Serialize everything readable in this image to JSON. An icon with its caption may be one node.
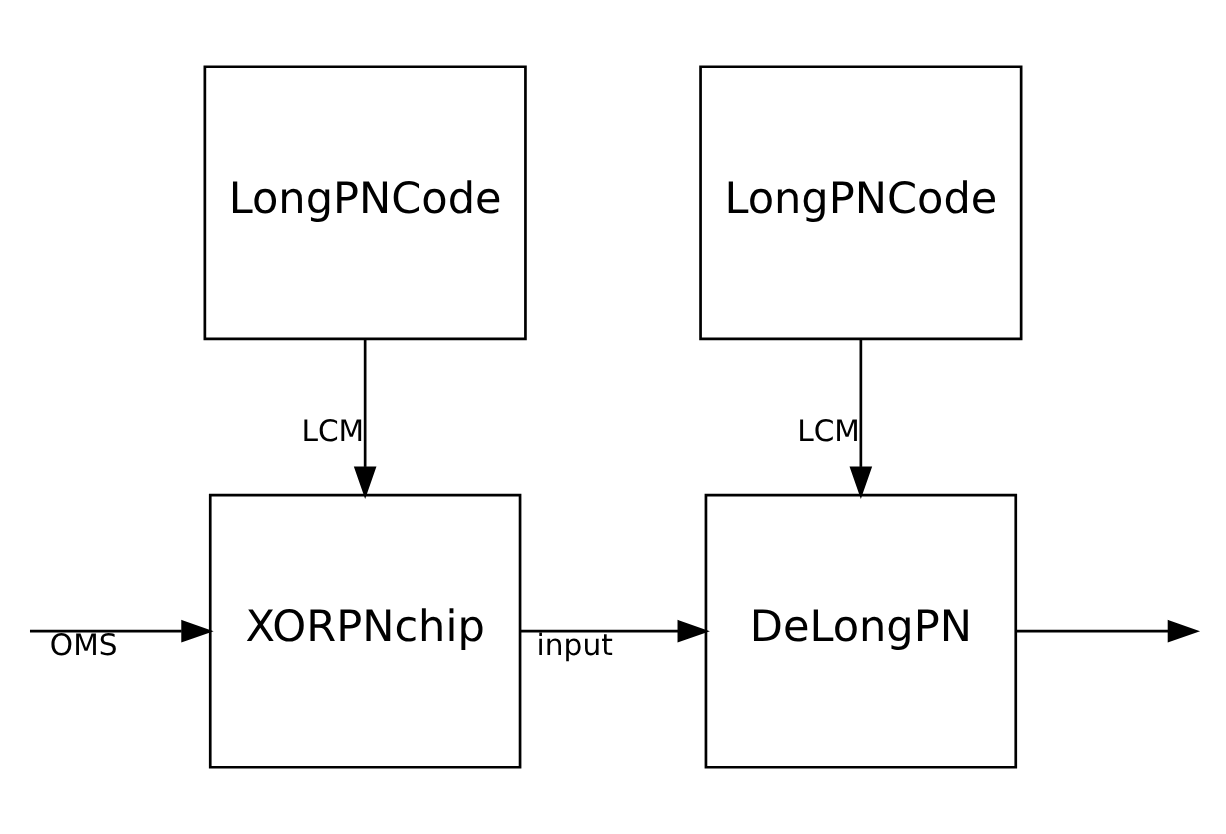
{
  "diagram": {
    "nodes": [
      {
        "text": [
          "XORPNchip"
        ]
      },
      {
        "text": [
          "LongPNCode"
        ]
      },
      {
        "text": [
          "DeLongPN"
        ]
      },
      {
        "text": [
          "LongPNCode"
        ]
      }
    ],
    "edges": [
      {
        "from": null,
        "to": 0,
        "arrow": "to",
        "label": "OMS"
      },
      {
        "from": 1,
        "to": 0,
        "arrow": "to",
        "label": "LCM"
      },
      {
        "from": 0,
        "to": 2,
        "arrow": "to",
        "label": "input"
      },
      {
        "from": 3,
        "to": 2,
        "arrow": "to",
        "label": "LCM"
      },
      {
        "from": 2,
        "to": null,
        "arrow": "to"
      }
    ]
  }
}
